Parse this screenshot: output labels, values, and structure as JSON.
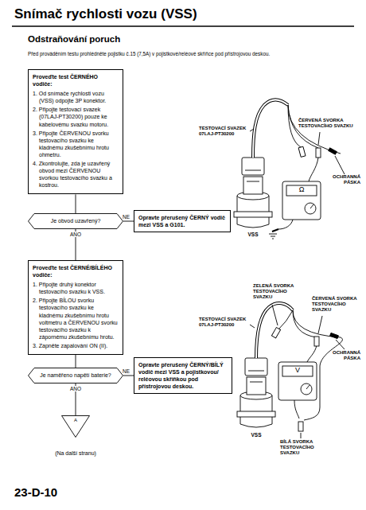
{
  "diagram": {
    "title": "Snímač rychlosti vozu (VSS)",
    "nodes": [
      {
        "text": [
          "Proveďte test ČERNÉHO vodiče:",
          "1. Od snímače rychlosti vozu (VSS) odpojte 3P konektor.",
          "2. Připojte testovací svazek (07LAJ-PT30200) pouze ke kabelovému svazku motoru.",
          "3. Připojte ČERVENOU svorku testovacího svazku ke kladnému zkušebnímu hrotu ohmetru.",
          "4. Zkontrolujte, zda je uzavřený obvod mezi ČERVENOU svorkou testovacího svazku a kostrou."
        ]
      },
      {
        "text": [
          "Je obvod uzavřený?"
        ]
      },
      {
        "text": [
          "Opravte přerušený ČERNÝ vodič mezi VSS a G101."
        ]
      },
      {
        "text": [
          "Proveďte test ČERNÉ/BÍLÉHO vodiče:",
          "1. Připojte druhý konektor testovacího svazku k VSS.",
          "2. Připojte BÍLOU svorku testovacího svazku ke kladnému zkušebnímu hrotu voltmetru a ČERVENOU svorku testovacího svazku k zápornému zkušebnímu hrotu.",
          "3. Zapněte zapalování ON (II)."
        ]
      },
      {
        "text": [
          "Je naměřeno napětí baterie?"
        ]
      },
      {
        "text": [
          "Opravte přerušený ČERNÝ/BÍLÝ vodič mezi VSS a pojistkovou/ reléovou skříňkou pod přístrojovou deskou."
        ]
      },
      {
        "text": [
          "A"
        ]
      }
    ],
    "edges": [
      {
        "from": 0,
        "to": 1,
        "arrow": "none"
      },
      {
        "from": 1,
        "to": 2,
        "label": "NE",
        "arrow": "none"
      },
      {
        "from": 1,
        "to": 3,
        "label": "ANO",
        "arrow": "none"
      },
      {
        "from": 3,
        "to": 4,
        "arrow": "none"
      },
      {
        "from": 4,
        "to": 5,
        "label": "NE",
        "arrow": "none"
      },
      {
        "from": 4,
        "to": 6,
        "label": "ANO",
        "arrow": "none"
      }
    ],
    "labels": [
      "Odstraňování poruch",
      "Před prováděním testu prohlédněte pojistku č.15 (7,5A) v pojistkové/reléové skříňce pod přístrojovou deskou.",
      "TESTOVACÍ SVAZEK 07LAJ-PT30200",
      "ČERVENÁ SVORKA TESTOVACÍHO SVAZKU",
      "OCHRANNÁ PÁSKA",
      "Ω",
      "VSS",
      "ZELENÁ SVORKA TESTOVACÍHO SVAZKU",
      "TESTOVACÍ SVAZEK 07LAJ-PT30200",
      "ČERVENÁ SVORKA TESTOVACÍHO SVAZKU",
      "OCHRANNÁ PÁSKA",
      "V",
      "VSS",
      "BÍLÁ SVORKA TESTOVACÍHO SVAZKU",
      "(Na další stranu)",
      "23-D-10"
    ]
  }
}
